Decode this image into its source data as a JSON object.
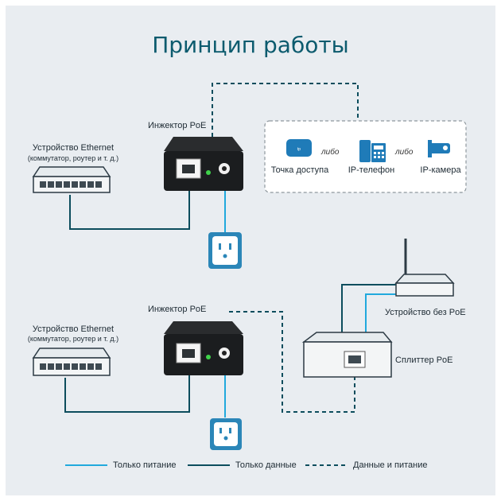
{
  "title": "Принцип работы",
  "top": {
    "switch_label": "Устройство Ethernet",
    "switch_sublabel": "(коммутатор, роутер и т. д.)",
    "injector_label": "Инжектор PoE",
    "devices": [
      {
        "label": "Точка доступа",
        "icon": "access-point-icon"
      },
      {
        "label": "IP-телефон",
        "icon": "ip-phone-icon"
      },
      {
        "label": "IP-камера",
        "icon": "ip-camera-icon"
      }
    ],
    "or_text": "либо"
  },
  "bottom": {
    "switch_label": "Устройство Ethernet",
    "switch_sublabel": "(коммутатор, роутер и т. д.)",
    "injector_label": "Инжектор PoE",
    "non_poe_label": "Устройство без PoE",
    "splitter_label": "Сплиттер PoE"
  },
  "legend": [
    {
      "label": "Только питание",
      "color": "#21a9dd",
      "style": "solid-light"
    },
    {
      "label": "Только данные",
      "color": "#0c4d5d",
      "style": "solid-dark"
    },
    {
      "label": "Данные и питание",
      "color": "#0c4d5d",
      "style": "dashed"
    }
  ],
  "colors": {
    "background": "#e9edf1",
    "title": "#0c5b6e",
    "power_line": "#21a9dd",
    "data_line": "#0c4d5d",
    "device_blue": "#1f7bb8"
  }
}
